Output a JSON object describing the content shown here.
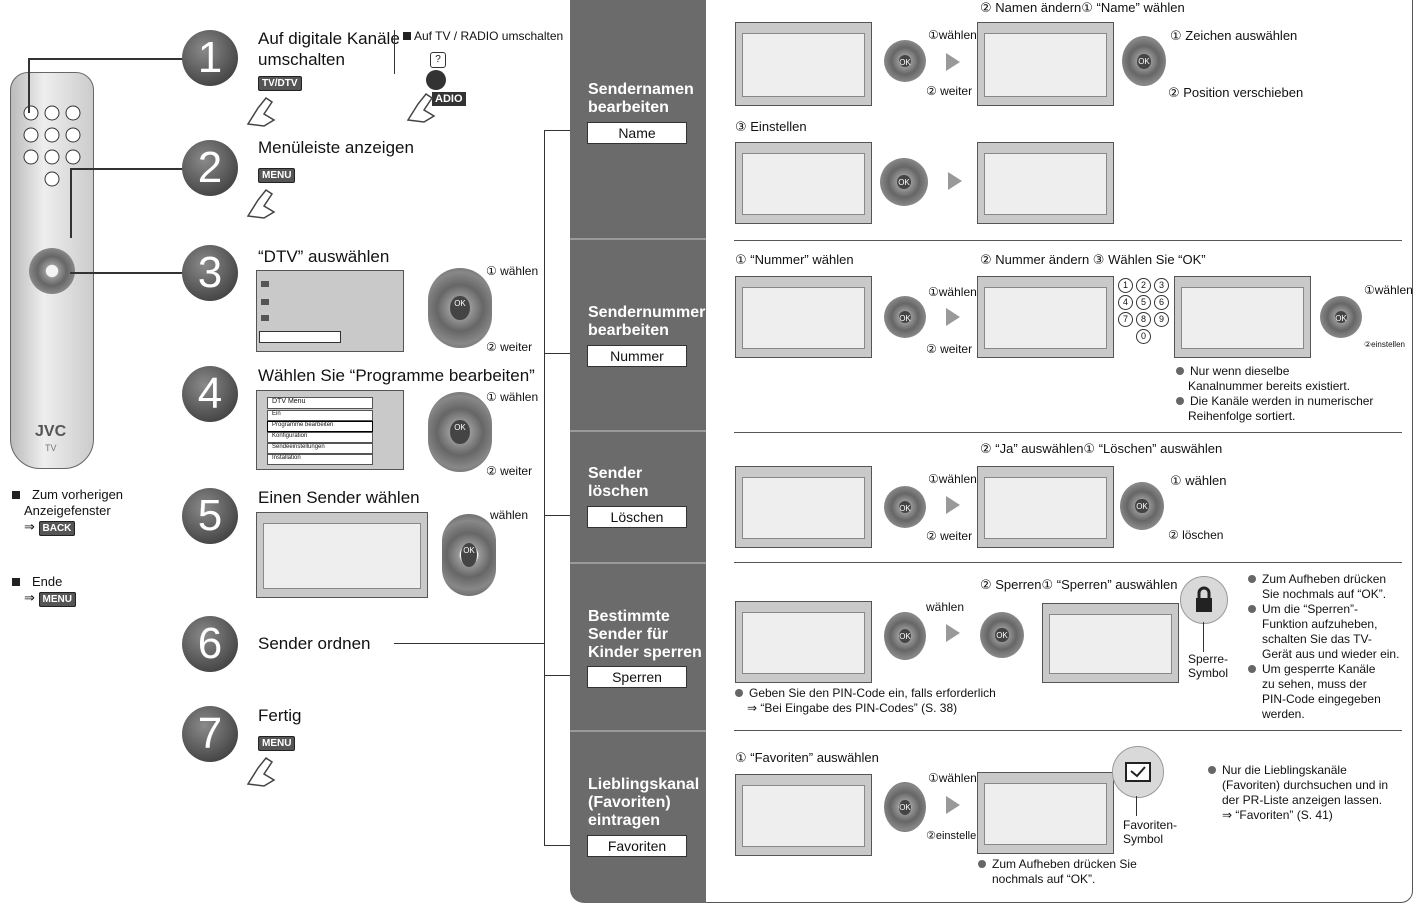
{
  "steps": [
    {
      "num": "1",
      "title": "Auf digitale Kanäle",
      "title2": "umschalten",
      "key": "TV/DTV"
    },
    {
      "num": "2",
      "title": "Menüleiste anzeigen",
      "key": "MENU"
    },
    {
      "num": "3",
      "title": "“DTV” auswählen"
    },
    {
      "num": "4",
      "title": "Wählen Sie “Programme bearbeiten”"
    },
    {
      "num": "5",
      "title": "Einen Sender wählen"
    },
    {
      "num": "6",
      "title": "Sender ordnen"
    },
    {
      "num": "7",
      "title": "Fertig",
      "key": "MENU"
    }
  ],
  "step1_note": "Auf TV / RADIO umschalten",
  "step1_radio": "ADIO",
  "dpad_labels": {
    "select": "① wählen",
    "next": "② weiter",
    "select_plain": "wählen",
    "ok": "OK"
  },
  "dtv_menu": {
    "title": "DTV Menu",
    "items": [
      "Ein",
      "Programme bearbeiten",
      "Konfiguration",
      "Sendeeinstellungen",
      "Installation"
    ]
  },
  "remote": {
    "brand": "JVC",
    "sub": "TV"
  },
  "notes": {
    "back": {
      "line1": "Zum vorherigen",
      "line2": "Anzeigefenster",
      "key": "BACK"
    },
    "end": {
      "line1": "Ende",
      "key": "MENU"
    }
  },
  "sections": [
    {
      "title": [
        "Sendernamen",
        "bearbeiten"
      ],
      "label": "Name"
    },
    {
      "title": [
        "Sendernummer",
        "bearbeiten"
      ],
      "label": "Nummer"
    },
    {
      "title": [
        "Sender",
        "löschen"
      ],
      "label": "Löschen"
    },
    {
      "title": [
        "Bestimmte",
        "Sender für",
        "Kinder sperren"
      ],
      "label": "Sperren"
    },
    {
      "title": [
        "Lieblingskanal",
        "(Favoriten)",
        "eintragen"
      ],
      "label": "Favoriten"
    }
  ],
  "name_sec": {
    "h1": "② Namen ändern① “Name” wählen",
    "w1": "①wählen",
    "w2": "② weiter",
    "z1": "① Zeichen auswählen",
    "z2": "② Position verschieben",
    "h2": "③ Einstellen"
  },
  "nummer_sec": {
    "h1": "① “Nummer” wählen",
    "h2": "② Nummer ändern ③ Wählen Sie “OK”",
    "w1": "①wählen",
    "w2": "② weiter",
    "w3": "①wählen",
    "w4": "②einstellen",
    "n1": "Nur wenn dieselbe",
    "n1b": "Kanalnummer bereits existiert.",
    "n2": "Die Kanäle werden in numerischer",
    "n2b": "Reihenfolge sortiert.",
    "keys": [
      "1",
      "2",
      "3",
      "4",
      "5",
      "6",
      "7",
      "8",
      "9",
      "0"
    ]
  },
  "loeschen_sec": {
    "h1": "② “Ja” auswählen① “Löschen” auswählen",
    "w1": "①wählen",
    "w2": "② weiter",
    "w3": "① wählen",
    "w4": "② löschen"
  },
  "sperren_sec": {
    "h1": "② Sperren① “Sperren” auswählen",
    "w1": "wählen",
    "sym1": "Sperre-",
    "sym2": "Symbol",
    "pin1": "Geben Sie den PIN-Code ein, falls erforderlich",
    "pin2": "“Bei Eingabe des PIN-Codes” (S. 38)",
    "r1": "Zum Aufheben drücken",
    "r1b": "Sie nochmals auf “OK”.",
    "r2": "Um die “Sperren”-",
    "r2b": "Funktion aufzuheben,",
    "r2c": "schalten Sie das TV-",
    "r2d": "Gerät aus und wieder ein.",
    "r3": "Um gesperrte Kanäle",
    "r3b": "zu sehen, muss der",
    "r3c": "PIN-Code eingegeben",
    "r3d": "werden."
  },
  "fav_sec": {
    "h1": "① “Favoriten” auswählen",
    "w1": "①wählen",
    "w2": "②einstellen",
    "sym1": "Favoriten-",
    "sym2": "Symbol",
    "b1": "Zum Aufheben drücken Sie",
    "b1b": "nochmals auf “OK”.",
    "r1": "Nur die Lieblingskanäle",
    "r1b": "(Favoriten) durchsuchen und in",
    "r1c": "der PR-Liste anzeigen lassen.",
    "r1d": "“Favoriten” (S. 41)"
  }
}
